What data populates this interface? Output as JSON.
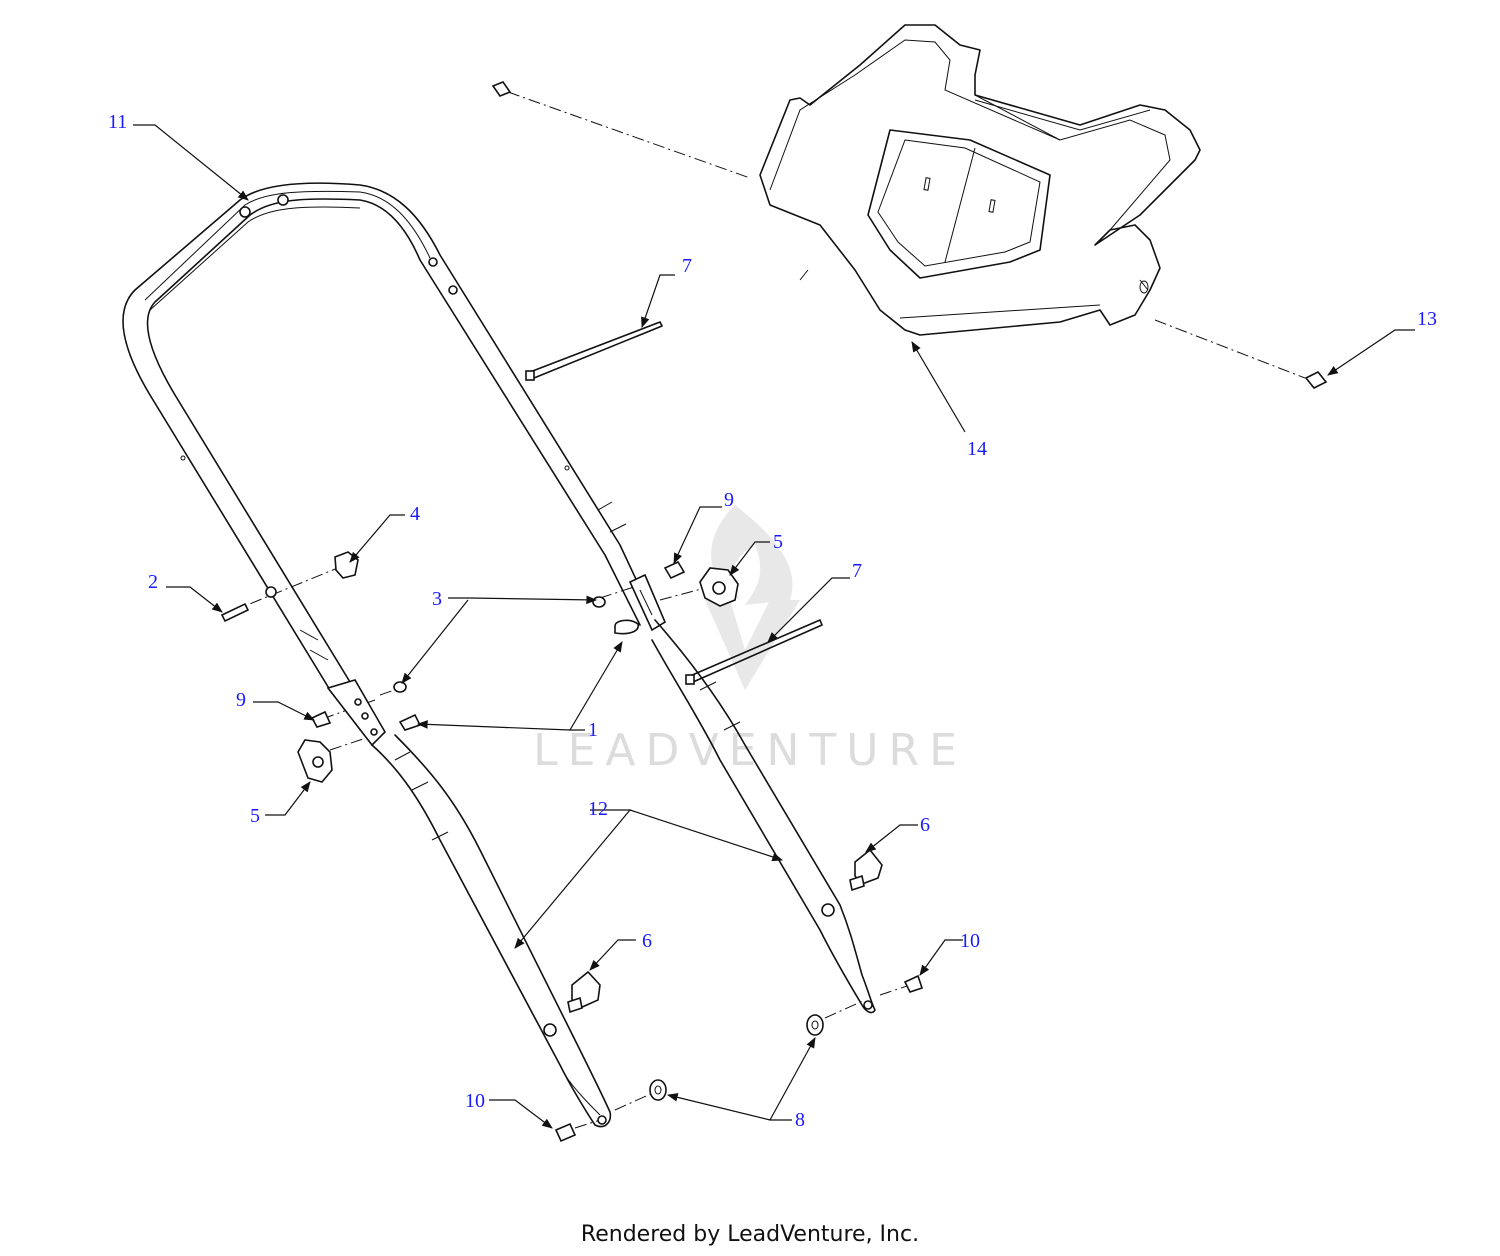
{
  "callouts": {
    "c1": "1",
    "c2": "2",
    "c3": "3",
    "c4": "4",
    "c5a": "5",
    "c5b": "5",
    "c6a": "6",
    "c6b": "6",
    "c7a": "7",
    "c7b": "7",
    "c8": "8",
    "c9a": "9",
    "c9b": "9",
    "c10a": "10",
    "c10b": "10",
    "c11": "11",
    "c12": "12",
    "c13": "13",
    "c14": "14"
  },
  "watermark": {
    "brand": "LEADVENTURE"
  },
  "footer": {
    "credit": "Rendered by LeadVenture, Inc."
  },
  "colors": {
    "callout": "#1a1aff",
    "line": "#111111",
    "watermark": "#d9d9d9"
  }
}
